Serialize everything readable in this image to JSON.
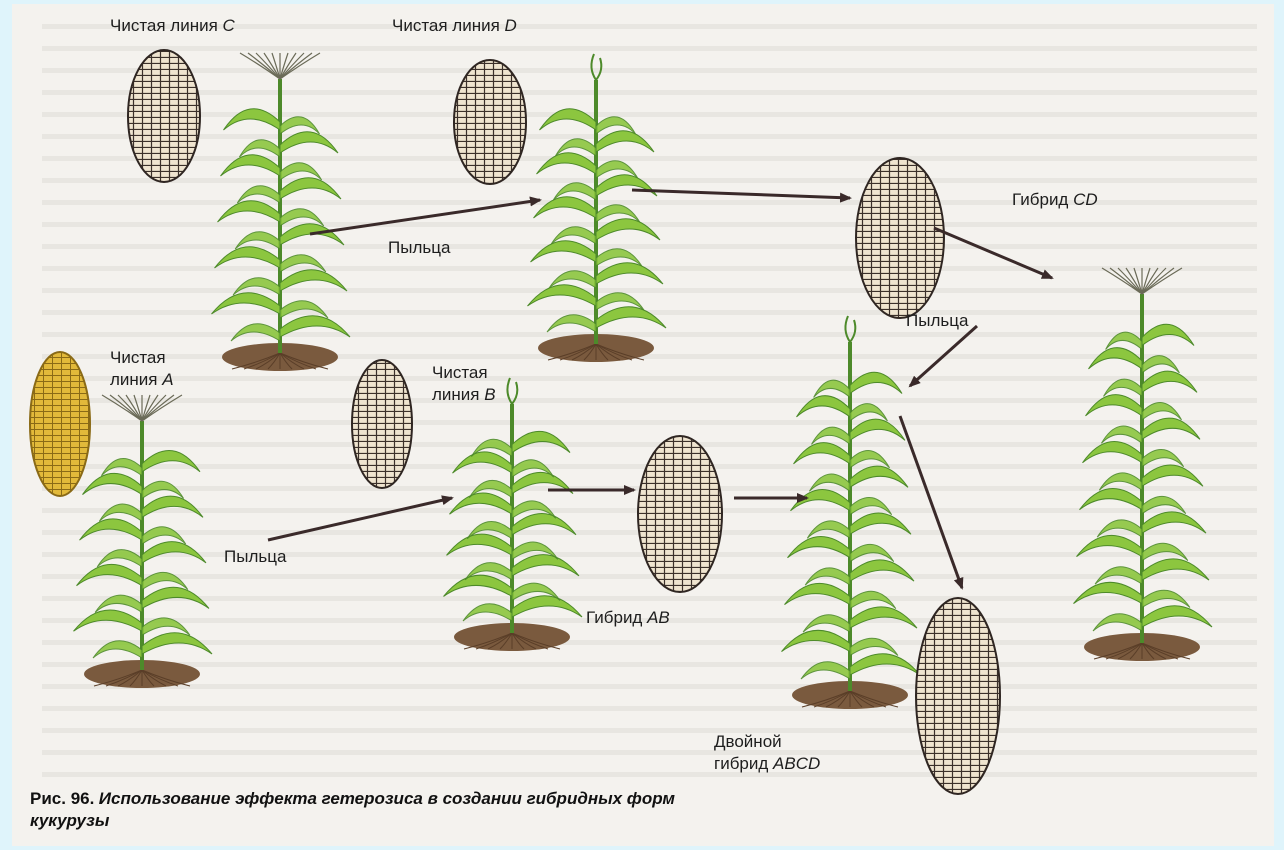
{
  "labels": {
    "line_c_prefix": "Чистая линия",
    "line_c_letter": "C",
    "line_d_prefix": "Чистая линия",
    "line_d_letter": "D",
    "line_a_line1": "Чистая",
    "line_a_line2_prefix": "линия",
    "line_a_letter": "A",
    "line_b_line1": "Чистая",
    "line_b_line2_prefix": "линия",
    "line_b_letter": "B",
    "hybrid_cd_prefix": "Гибрид",
    "hybrid_cd_letters": "CD",
    "hybrid_ab_prefix": "Гибрид",
    "hybrid_ab_letters": "AB",
    "double_hybrid_line1": "Двойной",
    "double_hybrid_line2_prefix": "гибрид",
    "double_hybrid_letters": "ABCD",
    "pollen_1": "Пыльца",
    "pollen_2": "Пыльца",
    "pollen_3": "Пыльца"
  },
  "caption": {
    "number": "Рис. 96.",
    "text_line1": "Использование эффекта гетерозиса в создании гибридных форм",
    "text_line2": "кукурузы"
  },
  "colors": {
    "leaf": "#8cc63f",
    "leaf_dark": "#4d8a2a",
    "kernel_plain": "#efe4cf",
    "kernel_yellow": "#e2b93a",
    "soil": "#7a5a3e",
    "arrow": "#3a2a2a"
  }
}
